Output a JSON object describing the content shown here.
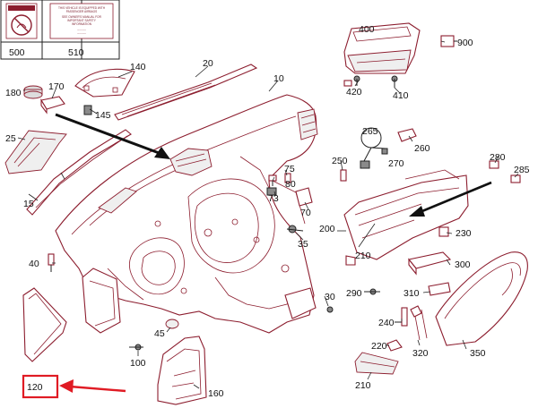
{
  "labels": {
    "l500": "500",
    "l510": "510",
    "l140": "140",
    "l20": "20",
    "l10": "10",
    "l180": "180",
    "l170": "170",
    "l145": "145",
    "l25": "25",
    "l400": "400",
    "l900": "900",
    "l420": "420",
    "l410": "410",
    "l265": "265",
    "l260": "260",
    "l250": "250",
    "l270": "270",
    "l280": "280",
    "l285": "285",
    "l75": "75",
    "l80": "80",
    "l73": "73",
    "l70": "70",
    "l15": "15",
    "l200": "200",
    "l35": "35",
    "l230": "230",
    "l210": "210",
    "l300": "300",
    "l40": "40",
    "l290": "290",
    "l310": "310",
    "l30": "30",
    "l45": "45",
    "l240": "240",
    "l100": "100",
    "l220": "220",
    "l320": "320",
    "l350": "350",
    "l120": "120",
    "l160": "160"
  },
  "label_510_lines": [
    "THIS VEHICLE IS EQUIPPED WITH",
    "PASSENGER AIRBAGS",
    "",
    "SEE OWNER'S MANUAL FOR",
    "IMPORTANT SAFETY",
    "INFORMATION",
    "",
    "---------",
    "---------"
  ],
  "colors": {
    "part_outline": "#8c1d2e",
    "highlight": "#e01b24",
    "leader": "#222222"
  }
}
